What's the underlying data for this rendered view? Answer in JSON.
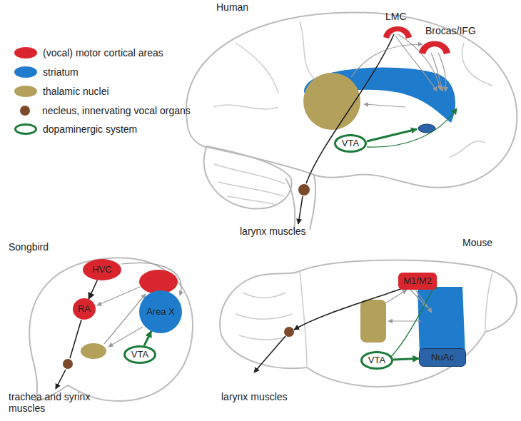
{
  "diagram": {
    "nodes": [
      {
        "text": [
          "LMC"
        ]
      },
      {
        "text": [
          "Brocas/IFG"
        ]
      },
      {
        "text": [
          "VTA"
        ]
      },
      {
        "text": [
          "HVC"
        ]
      },
      {
        "text": [
          "RA"
        ]
      },
      {
        "text": [
          "Area X"
        ]
      },
      {
        "text": [
          "VTA"
        ]
      },
      {
        "text": [
          "M1/M2"
        ]
      },
      {
        "text": [
          "NuAc"
        ]
      },
      {
        "text": [
          "VTA"
        ]
      }
    ],
    "edges": [
      {
        "from": 3,
        "to": 4,
        "arrow": "to"
      },
      {
        "from": 6,
        "to": 5,
        "arrow": "to"
      },
      {
        "from": 9,
        "to": 8,
        "arrow": "to"
      }
    ],
    "labels": [
      "Human",
      "larynx muscles",
      "Songbird",
      "trachea and syrinx muscles",
      "Mouse",
      "larynx muscles"
    ],
    "legend": [
      {
        "text": "(vocal) motor cortical areas",
        "color": "#d9262e"
      },
      {
        "text": "striatum",
        "color": "#1f7ccc"
      },
      {
        "text": "thalamic nuclei",
        "color": "#b3a05a"
      },
      {
        "text": "necleus, innervating vocal organs",
        "color": "#7b4a2a"
      },
      {
        "text": "dopaminergic system"
      }
    ]
  }
}
